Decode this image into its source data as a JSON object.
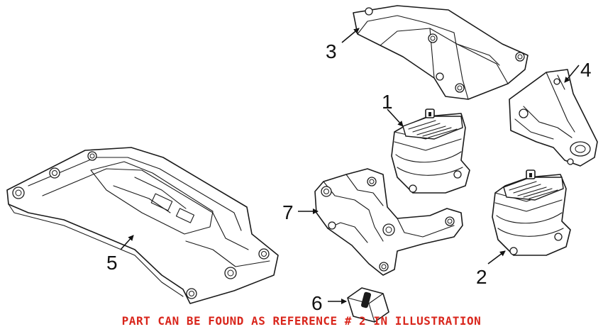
{
  "diagram": {
    "callouts": [
      "1",
      "2",
      "3",
      "4",
      "5",
      "6",
      "7"
    ],
    "note": "PART CAN BE FOUND AS REFERENCE # 2 IN ILLUSTRATION",
    "note_color": "#d9261c"
  }
}
